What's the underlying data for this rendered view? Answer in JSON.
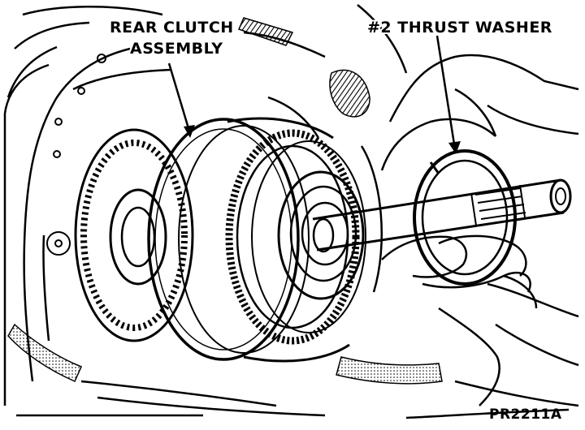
{
  "labels": {
    "rear_clutch_line1": "REAR CLUTCH",
    "rear_clutch_line2": "ASSEMBLY",
    "thrust_washer": "#2 THRUST WASHER"
  },
  "figure_code": "PR2211A"
}
